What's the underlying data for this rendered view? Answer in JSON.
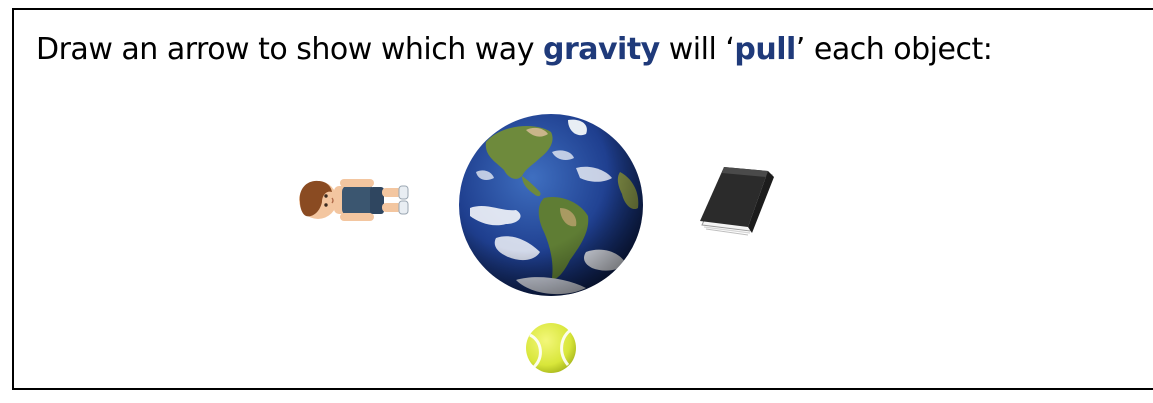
{
  "instruction": {
    "before": "Draw an arrow to show which way ",
    "keyword1": "gravity",
    "middle": " will ‘",
    "keyword2": "pull",
    "after": "’ each object:"
  },
  "colors": {
    "keyword": "#1f3a7a",
    "border": "#000000",
    "ocean": "#1f3f8f",
    "land": "#6e8a3c",
    "ball": "#d8e63a",
    "book": "#2b2b2b"
  },
  "objects": [
    {
      "id": "boy",
      "icon": "person-lying-icon"
    },
    {
      "id": "earth",
      "icon": "earth-globe-icon"
    },
    {
      "id": "book",
      "icon": "book-icon"
    },
    {
      "id": "ball",
      "icon": "tennis-ball-icon"
    }
  ]
}
